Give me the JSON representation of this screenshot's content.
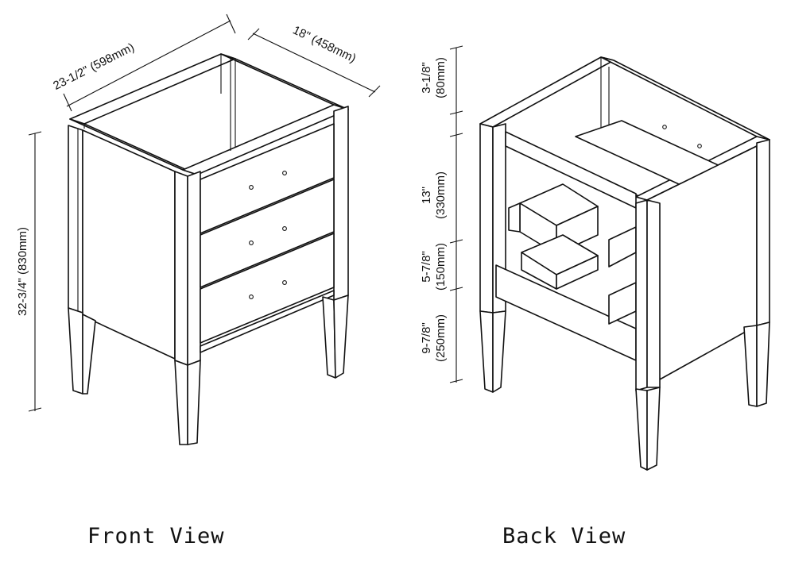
{
  "front": {
    "caption": "Front View",
    "dims": {
      "width": "23-1/2\" (598mm)",
      "depth": "18\" (458mm)",
      "height": "32-3/4\" (830mm)"
    }
  },
  "back": {
    "caption": "Back View",
    "dims": {
      "top_in": "3-1/8\"",
      "top_mm": "(80mm)",
      "mid_in": "13\"",
      "mid_mm": "(330mm)",
      "low_in": "5-7/8\"",
      "low_mm": "(150mm)",
      "bottom_in": "9-7/8\"",
      "bottom_mm": "(250mm)"
    }
  }
}
